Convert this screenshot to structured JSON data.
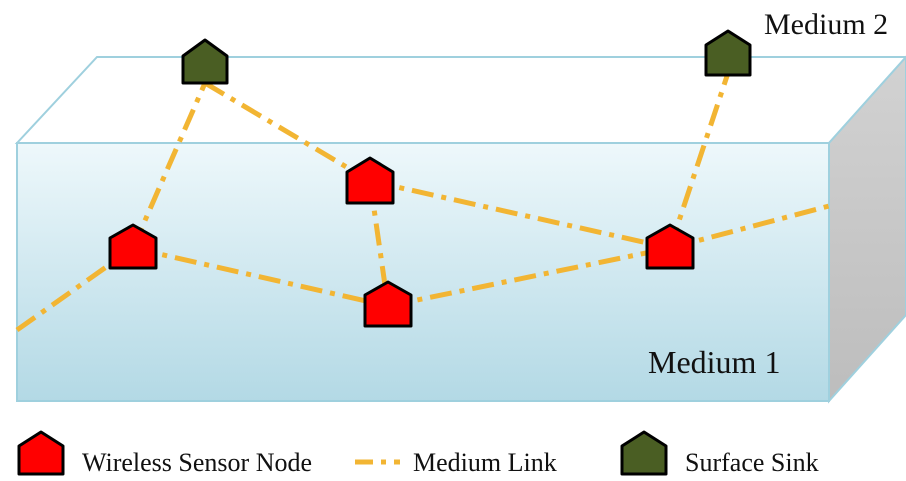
{
  "labels": {
    "medium_top": "Medium 2",
    "medium_bottom": "Medium 1"
  },
  "legend": {
    "sensor_node": "Wireless Sensor Node",
    "medium_link": "Medium Link",
    "surface_sink": "Surface Sink"
  },
  "colors": {
    "sensor_node": "#ff0000",
    "surface_sink": "#4a5e23",
    "medium_link": "#f2b533",
    "water_top": "#e9f6fa",
    "water_bottom": "#b6dbe6",
    "box_side": "#c8c8c8"
  },
  "icons": {
    "sensor_node": "pentagon-house-icon",
    "surface_sink": "pentagon-house-icon",
    "medium_link": "dash-dot-line-icon"
  }
}
